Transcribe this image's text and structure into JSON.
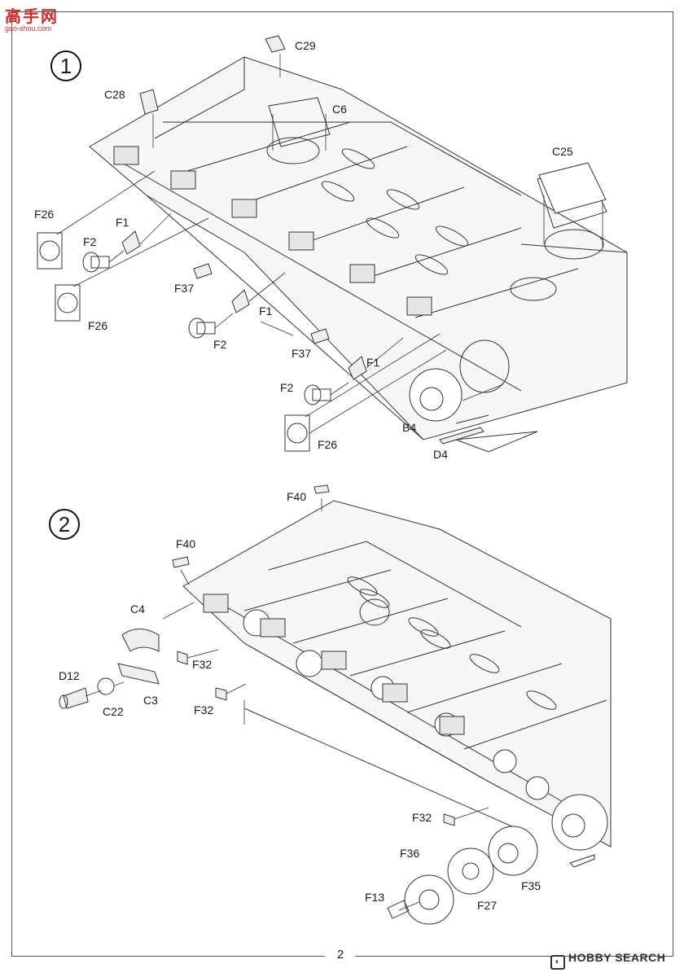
{
  "watermark_top": {
    "text": "高手网",
    "url": "gao-shou.com"
  },
  "watermark_bottom": {
    "text": "HOBBY SEARCH"
  },
  "page_number": "2",
  "step1": {
    "number": "1",
    "labels": {
      "C29": "C29",
      "C28": "C28",
      "C6": "C6",
      "C25": "C25",
      "F26_a": "F26",
      "F1_a": "F1",
      "F2_a": "F2",
      "F26_b": "F26",
      "F37_a": "F37",
      "F1_b": "F1",
      "F2_b": "F2",
      "F37_b": "F37",
      "F1_c": "F1",
      "F2_c": "F2",
      "B4": "B4",
      "F26_c": "F26",
      "D4": "D4"
    }
  },
  "step2": {
    "number": "2",
    "labels": {
      "F40_a": "F40",
      "F40_b": "F40",
      "C4": "C4",
      "F32_a": "F32",
      "D12": "D12",
      "C22": "C22",
      "C3": "C3",
      "F32_b": "F32",
      "F32_c": "F32",
      "F36": "F36",
      "F13": "F13",
      "F27": "F27",
      "F35": "F35"
    }
  }
}
